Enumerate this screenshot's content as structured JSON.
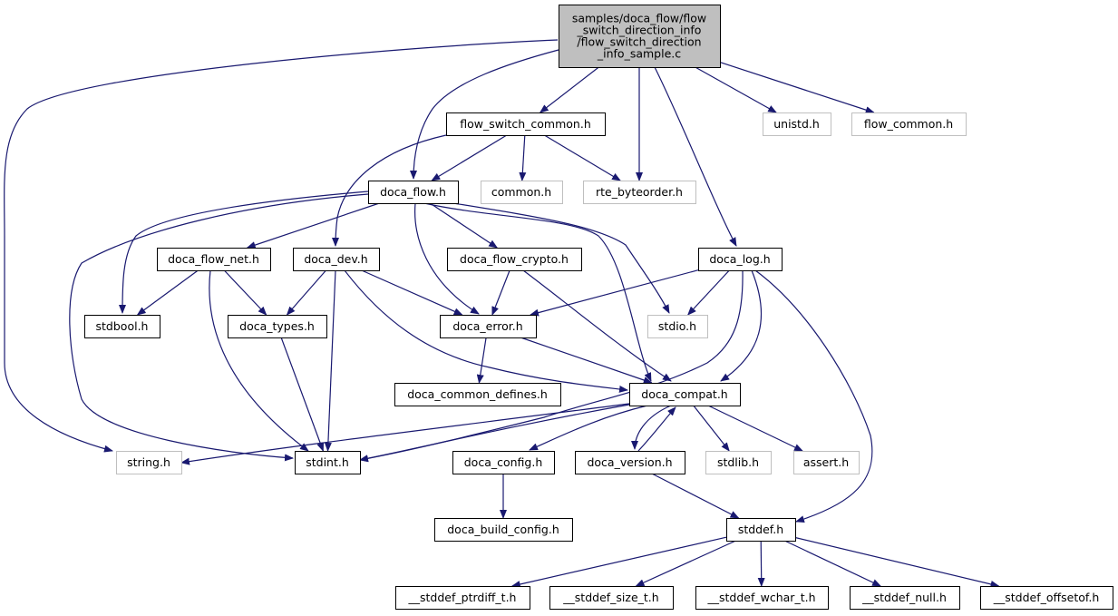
{
  "graph": {
    "colors": {
      "edge": "#191970",
      "root_fill": "#bfbfbf",
      "node_border": "#000000",
      "missing_border": "#bfbfbf",
      "text": "#000000"
    },
    "root": {
      "lines": [
        "samples/doca_flow/flow",
        "_switch_direction_info",
        "/flow_switch_direction",
        "_info_sample.c"
      ]
    },
    "nodes": [
      {
        "id": "flow_switch_common",
        "label": "flow_switch_common.h",
        "style": "normal"
      },
      {
        "id": "unistd",
        "label": "unistd.h",
        "style": "missing"
      },
      {
        "id": "flow_common",
        "label": "flow_common.h",
        "style": "missing"
      },
      {
        "id": "doca_flow",
        "label": "doca_flow.h",
        "style": "normal"
      },
      {
        "id": "common",
        "label": "common.h",
        "style": "missing"
      },
      {
        "id": "rte_byteorder",
        "label": "rte_byteorder.h",
        "style": "missing"
      },
      {
        "id": "doca_flow_net",
        "label": "doca_flow_net.h",
        "style": "normal"
      },
      {
        "id": "doca_dev",
        "label": "doca_dev.h",
        "style": "normal"
      },
      {
        "id": "doca_flow_crypto",
        "label": "doca_flow_crypto.h",
        "style": "normal"
      },
      {
        "id": "doca_log",
        "label": "doca_log.h",
        "style": "normal"
      },
      {
        "id": "stdbool",
        "label": "stdbool.h",
        "style": "normal"
      },
      {
        "id": "doca_types",
        "label": "doca_types.h",
        "style": "normal"
      },
      {
        "id": "doca_error",
        "label": "doca_error.h",
        "style": "normal"
      },
      {
        "id": "stdio",
        "label": "stdio.h",
        "style": "missing"
      },
      {
        "id": "doca_common_defines",
        "label": "doca_common_defines.h",
        "style": "normal"
      },
      {
        "id": "doca_compat",
        "label": "doca_compat.h",
        "style": "normal"
      },
      {
        "id": "string",
        "label": "string.h",
        "style": "missing"
      },
      {
        "id": "stdint",
        "label": "stdint.h",
        "style": "normal"
      },
      {
        "id": "doca_config",
        "label": "doca_config.h",
        "style": "normal"
      },
      {
        "id": "doca_version",
        "label": "doca_version.h",
        "style": "normal"
      },
      {
        "id": "stdlib",
        "label": "stdlib.h",
        "style": "missing"
      },
      {
        "id": "assert",
        "label": "assert.h",
        "style": "missing"
      },
      {
        "id": "doca_build_config",
        "label": "doca_build_config.h",
        "style": "normal"
      },
      {
        "id": "stddef",
        "label": "stddef.h",
        "style": "normal"
      },
      {
        "id": "stddef_ptrdiff",
        "label": "__stddef_ptrdiff_t.h",
        "style": "normal"
      },
      {
        "id": "stddef_size",
        "label": "__stddef_size_t.h",
        "style": "normal"
      },
      {
        "id": "stddef_wchar",
        "label": "__stddef_wchar_t.h",
        "style": "normal"
      },
      {
        "id": "stddef_null",
        "label": "__stddef_null.h",
        "style": "normal"
      },
      {
        "id": "stddef_offsetof",
        "label": "__stddef_offsetof.h",
        "style": "normal"
      }
    ],
    "edges": [
      [
        "root",
        "string"
      ],
      [
        "root",
        "doca_flow"
      ],
      [
        "root",
        "flow_switch_common"
      ],
      [
        "root",
        "rte_byteorder"
      ],
      [
        "root",
        "doca_log"
      ],
      [
        "root",
        "unistd"
      ],
      [
        "root",
        "flow_common"
      ],
      [
        "flow_switch_common",
        "doca_flow"
      ],
      [
        "flow_switch_common",
        "common"
      ],
      [
        "flow_switch_common",
        "rte_byteorder"
      ],
      [
        "flow_switch_common",
        "doca_dev"
      ],
      [
        "doca_flow",
        "stdbool"
      ],
      [
        "doca_flow",
        "stdint"
      ],
      [
        "doca_flow",
        "doca_flow_net"
      ],
      [
        "doca_flow",
        "doca_flow_crypto"
      ],
      [
        "doca_flow",
        "doca_error"
      ],
      [
        "doca_flow",
        "doca_compat"
      ],
      [
        "doca_flow",
        "stdio"
      ],
      [
        "doca_flow_net",
        "stdbool"
      ],
      [
        "doca_flow_net",
        "doca_types"
      ],
      [
        "doca_flow_net",
        "stdint"
      ],
      [
        "doca_dev",
        "doca_types"
      ],
      [
        "doca_dev",
        "stdint"
      ],
      [
        "doca_dev",
        "doca_error"
      ],
      [
        "doca_dev",
        "doca_compat"
      ],
      [
        "doca_flow_crypto",
        "doca_error"
      ],
      [
        "doca_flow_crypto",
        "doca_compat"
      ],
      [
        "doca_log",
        "doca_error"
      ],
      [
        "doca_log",
        "stdio"
      ],
      [
        "doca_log",
        "stdint"
      ],
      [
        "doca_log",
        "doca_compat"
      ],
      [
        "doca_log",
        "stddef"
      ],
      [
        "doca_types",
        "stdint"
      ],
      [
        "doca_error",
        "doca_common_defines"
      ],
      [
        "doca_error",
        "doca_compat"
      ],
      [
        "doca_compat",
        "string"
      ],
      [
        "doca_compat",
        "stdint"
      ],
      [
        "doca_compat",
        "doca_config"
      ],
      [
        "doca_compat",
        "doca_version"
      ],
      [
        "doca_compat",
        "stdlib"
      ],
      [
        "doca_compat",
        "assert"
      ],
      [
        "doca_version",
        "doca_compat"
      ],
      [
        "doca_version",
        "stddef"
      ],
      [
        "doca_config",
        "doca_build_config"
      ],
      [
        "stddef",
        "stddef_ptrdiff"
      ],
      [
        "stddef",
        "stddef_size"
      ],
      [
        "stddef",
        "stddef_wchar"
      ],
      [
        "stddef",
        "stddef_null"
      ],
      [
        "stddef",
        "stddef_offsetof"
      ]
    ]
  }
}
